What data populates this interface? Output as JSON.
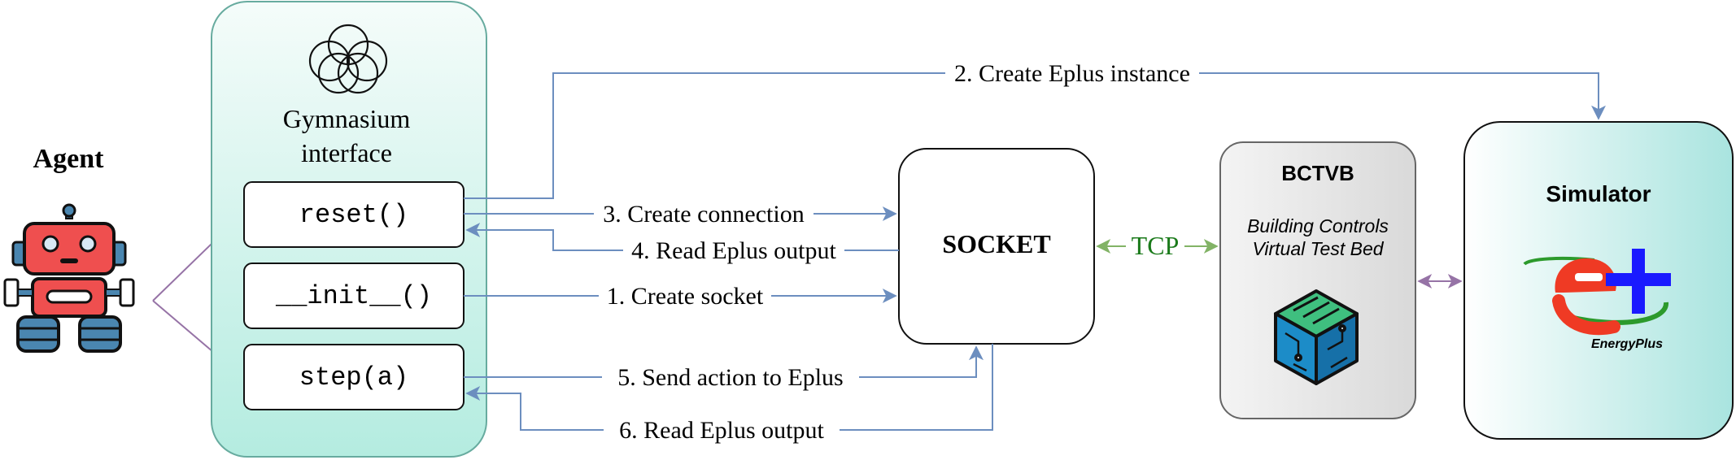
{
  "agent": {
    "label": "Agent",
    "icon": "robot-icon"
  },
  "gymnasium": {
    "title_line1": "Gymnasium",
    "title_line2": "interface",
    "icon": "gymnasium-logo-icon"
  },
  "methods": {
    "reset": "reset()",
    "init": "__init__()",
    "step": "step(a)"
  },
  "socket": {
    "label": "SOCKET"
  },
  "bctvb": {
    "title": "BCTVB",
    "subtitle_line1": "Building Controls",
    "subtitle_line2": "Virtual Test Bed",
    "icon": "bctvb-cube-icon"
  },
  "simulator": {
    "title": "Simulator",
    "logo_text": "EnergyPlus",
    "icon": "energyplus-logo-icon"
  },
  "edges": {
    "create_instance": "2. Create Eplus instance",
    "create_connection": "3. Create connection",
    "read_output_reset": "4. Read Eplus output",
    "create_socket": "1. Create socket",
    "send_action": "5. Send action to Eplus",
    "read_output_step": "6. Read Eplus output",
    "tcp": "TCP"
  },
  "colors": {
    "flow": "#6c8ebf",
    "tcp": "#82b366",
    "tcp_text": "#1a7a1a",
    "agent_arrow": "#9673a6",
    "gym_fill_top": "#f5fcfa",
    "gym_fill_bottom": "#b4ece0",
    "gym_stroke": "#67ab9f"
  }
}
